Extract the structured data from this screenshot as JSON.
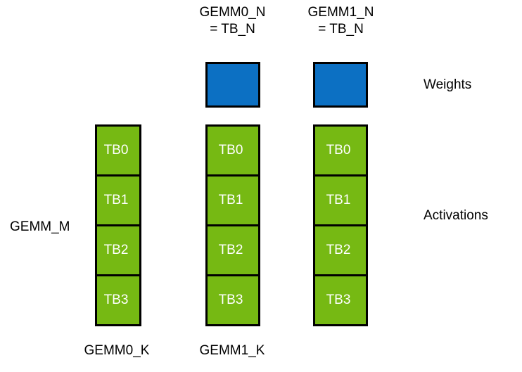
{
  "diagram": {
    "title_labels": {
      "gemm0_n": "GEMM0_N\n= TB_N",
      "gemm1_n": "GEMM1_N\n= TB_N"
    },
    "side_labels": {
      "weights": "Weights",
      "activations": "Activations"
    },
    "axis_labels": {
      "gemm_m": "GEMM_M",
      "gemm0_k": "GEMM0_K",
      "gemm1_k": "GEMM1_K"
    },
    "colors": {
      "weights_fill": "#0C70C3",
      "activations_fill": "#76B913",
      "border": "#000000",
      "cell_text": "#FFFFFF",
      "background": "#FFFFFF"
    },
    "weight_blocks": [
      {
        "name": "weight-block-gemm0"
      },
      {
        "name": "weight-block-gemm1"
      }
    ],
    "activation_columns": [
      {
        "name": "activation-column-gemm0-k",
        "cells": [
          "TB0",
          "TB1",
          "TB2",
          "TB3"
        ]
      },
      {
        "name": "activation-column-gemm1-k",
        "cells": [
          "TB0",
          "TB1",
          "TB2",
          "TB3"
        ]
      },
      {
        "name": "activation-column-right",
        "cells": [
          "TB0",
          "TB1",
          "TB2",
          "TB3"
        ]
      }
    ]
  }
}
